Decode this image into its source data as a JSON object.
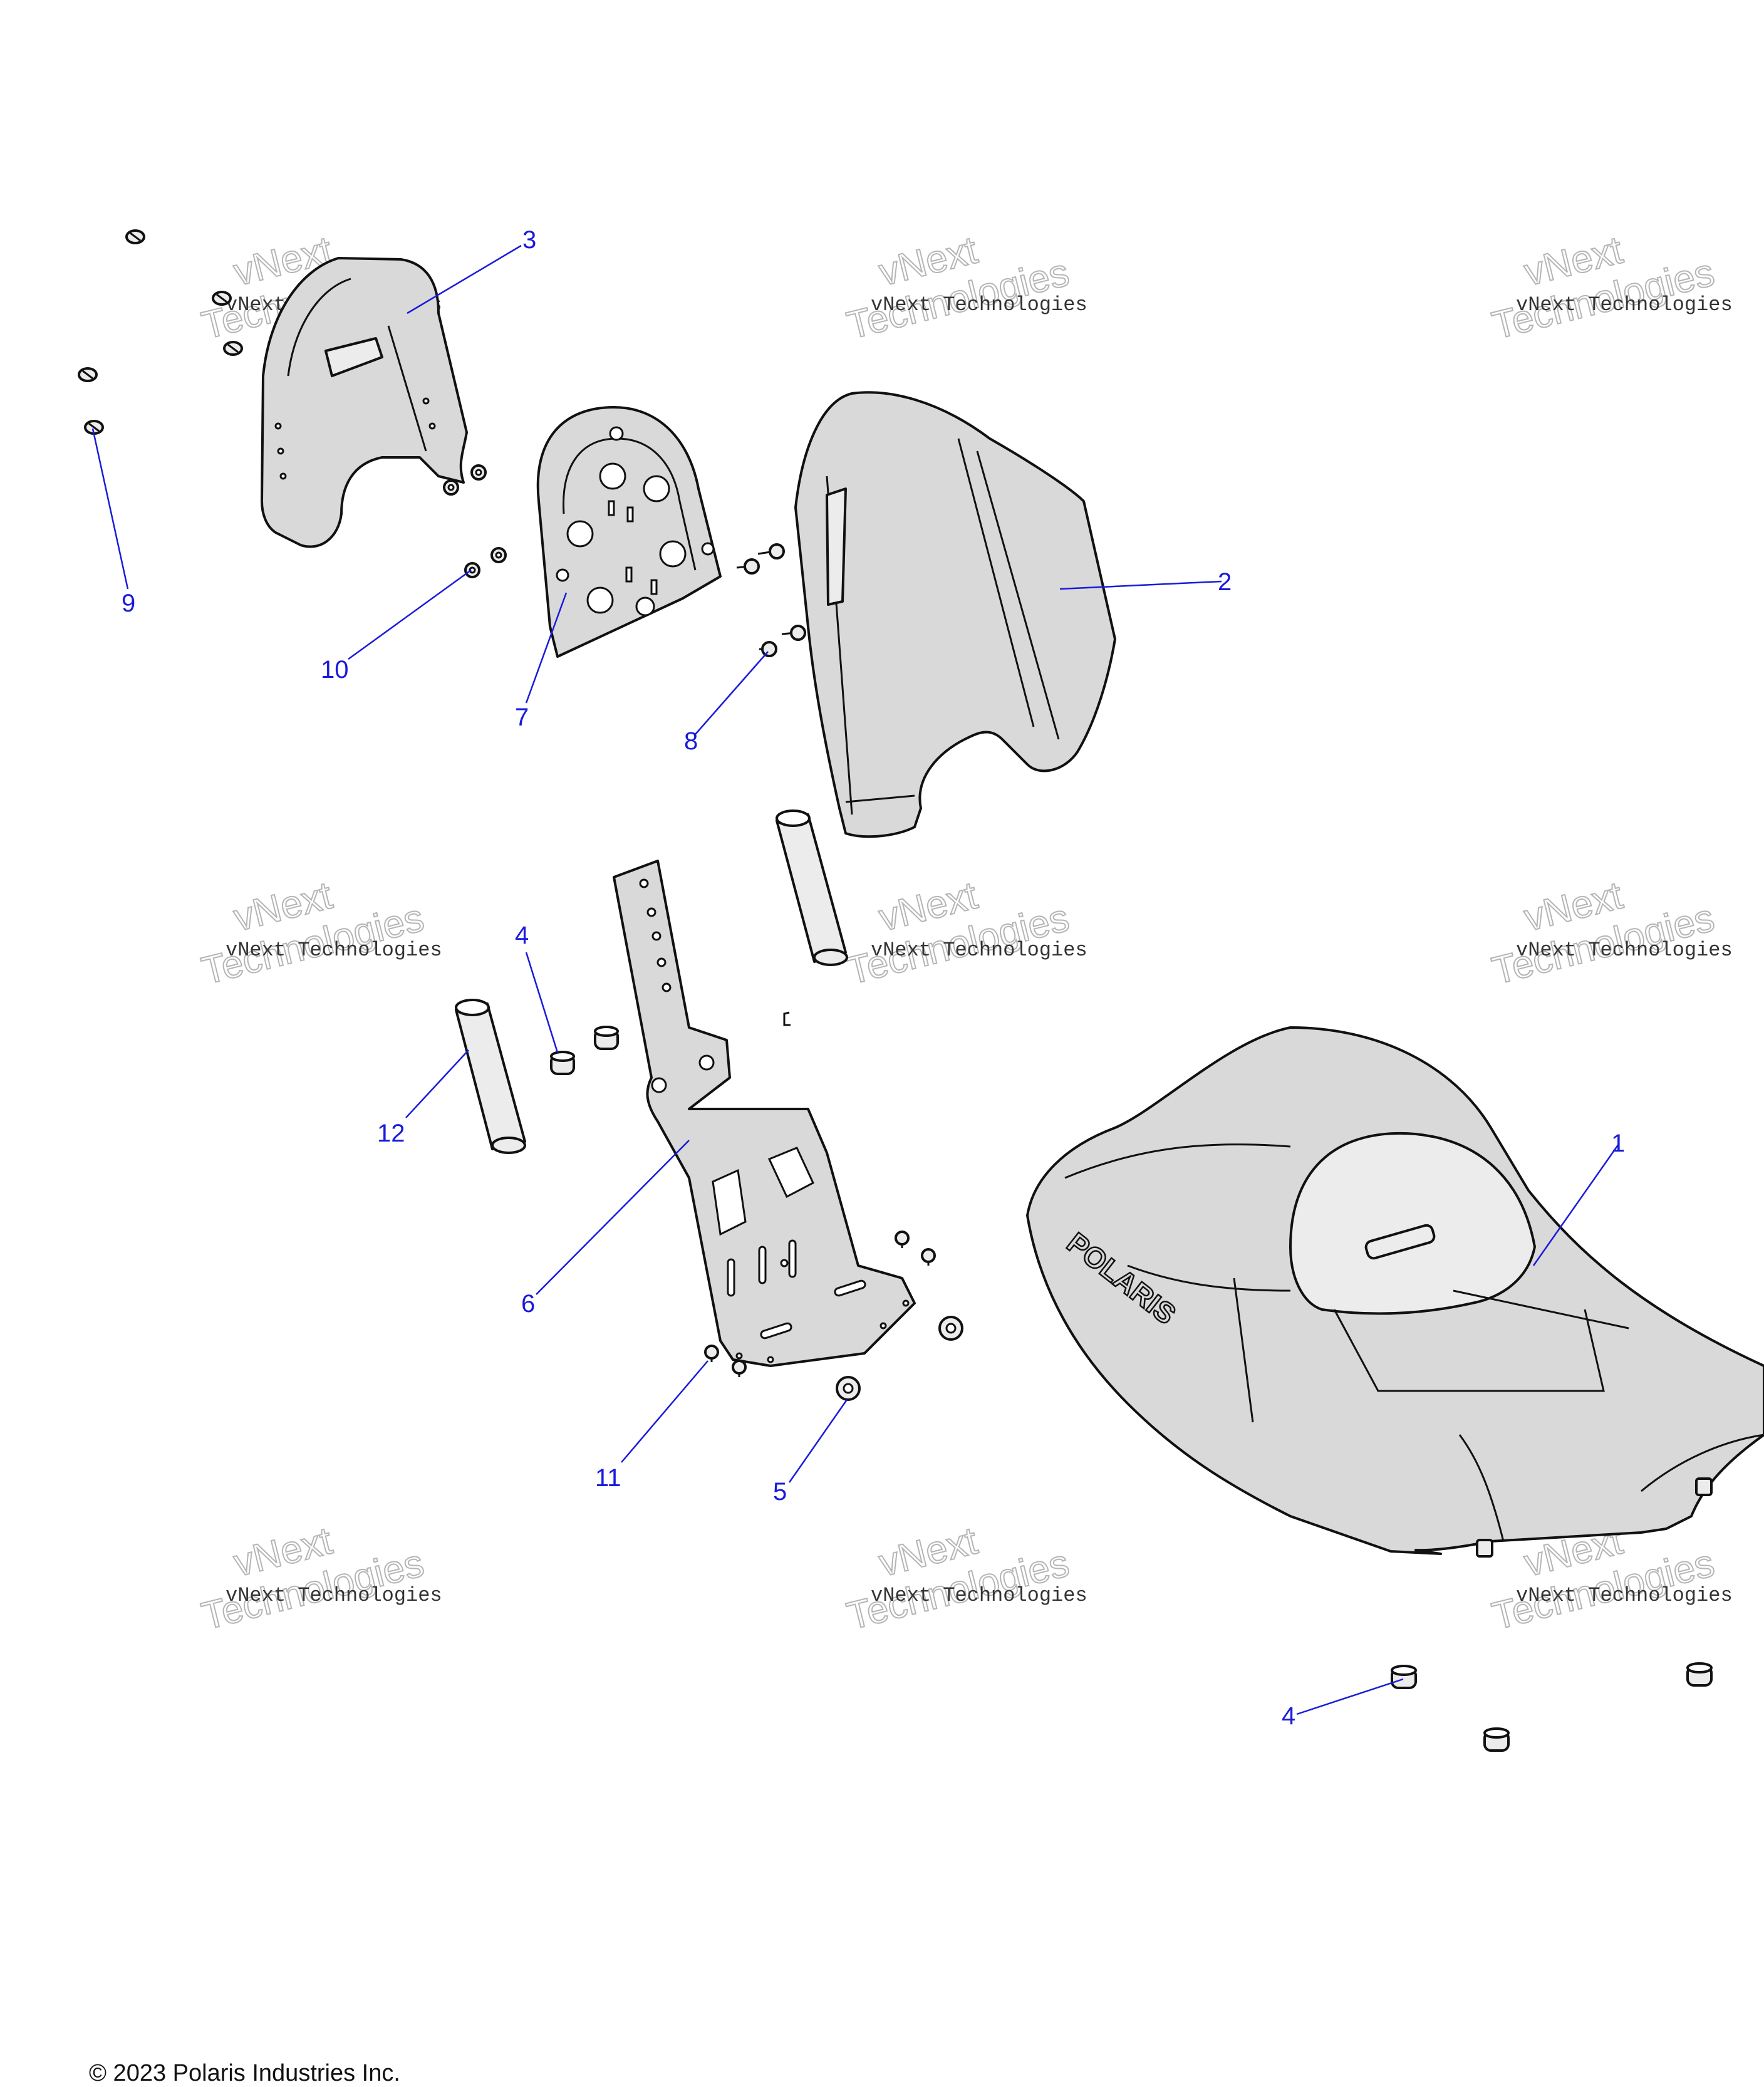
{
  "callouts": {
    "seat": "1",
    "backrest_cushion": "2",
    "backrest_cover": "3",
    "grommet_upper": "4",
    "grommet_lower": "4",
    "nut": "5",
    "backrest_bracket": "6",
    "backrest_plate": "7",
    "backrest_screw": "8",
    "cover_clip": "9",
    "cover_nut": "10",
    "bracket_screw": "11",
    "tube": "12"
  },
  "watermark": {
    "line1": "vNext Technologies",
    "big_line1": "vNext",
    "big_line2": "Technologies"
  },
  "seat_brand": "POLARIS",
  "copyright": "© 2023 Polaris Industries Inc.",
  "colors": {
    "callout": "#1a1adb",
    "part_fill": "#d9d9d9",
    "outline": "#111111"
  }
}
